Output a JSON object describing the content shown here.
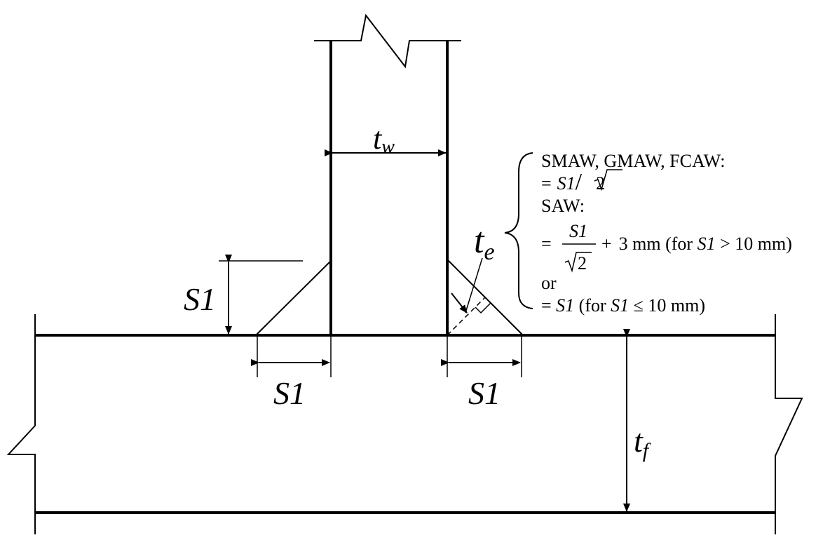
{
  "labels": {
    "web_thickness": {
      "var": "t",
      "sub": "w"
    },
    "flange_thickness": {
      "var": "t",
      "sub": "f"
    },
    "effective_throat": {
      "var": "t",
      "sub": "e"
    },
    "leg_size_vertical": "S1",
    "leg_size_left": "S1",
    "leg_size_right": "S1"
  },
  "formula": {
    "line1": "SMAW, GMAW, FCAW:",
    "line2": {
      "eq": "=",
      "s1": "S1",
      "slash": "/",
      "sqrt": "2"
    },
    "line3": "SAW:",
    "line4": {
      "eq": "=",
      "num": "S1",
      "den_sqrt": "2",
      "plus": "+",
      "add_text": "3 mm (for ",
      "cond_var": "S1",
      "cond_rest": " > 10 mm)"
    },
    "line5": "or",
    "line6": {
      "eq": "= ",
      "s1": "S1",
      "text": " (for ",
      "cond_var": "S1",
      "cond_rest": " ≤ 10 mm)"
    }
  },
  "colors": {
    "ink": "#000000",
    "background": "#ffffff"
  }
}
